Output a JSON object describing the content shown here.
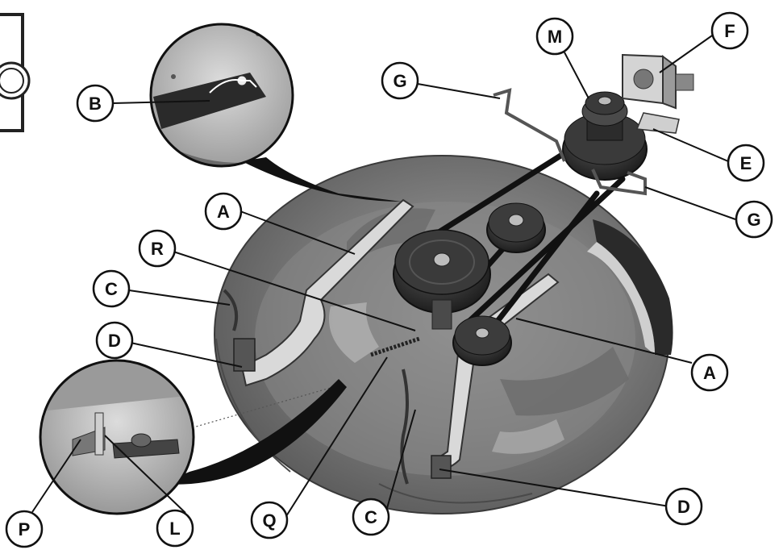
{
  "callouts": [
    {
      "id": "A1",
      "label": "A"
    },
    {
      "id": "A2",
      "label": "A"
    },
    {
      "id": "B",
      "label": "B"
    },
    {
      "id": "C1",
      "label": "C"
    },
    {
      "id": "C2",
      "label": "C"
    },
    {
      "id": "D1",
      "label": "D"
    },
    {
      "id": "D2",
      "label": "D"
    },
    {
      "id": "E",
      "label": "E"
    },
    {
      "id": "F",
      "label": "F"
    },
    {
      "id": "G1",
      "label": "G"
    },
    {
      "id": "G2",
      "label": "G"
    },
    {
      "id": "L",
      "label": "L"
    },
    {
      "id": "M",
      "label": "M"
    },
    {
      "id": "P",
      "label": "P"
    },
    {
      "id": "Q",
      "label": "Q"
    },
    {
      "id": "R",
      "label": "R"
    }
  ]
}
